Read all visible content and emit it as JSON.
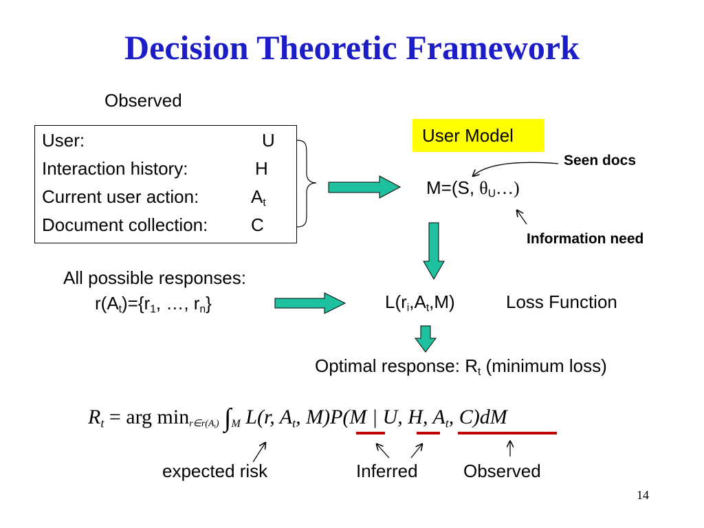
{
  "slide": {
    "title": "Decision Theoretic Framework",
    "page_number": "14"
  },
  "observed_box": {
    "heading": "Observed",
    "rows": [
      {
        "label": "User:",
        "value": "U"
      },
      {
        "label": "Interaction history:",
        "value": "H"
      },
      {
        "label": "Current user action:",
        "value": "A",
        "value_sub": "t"
      },
      {
        "label": "Document collection:",
        "value": "C"
      }
    ]
  },
  "user_model": {
    "label": "User Model",
    "formula": {
      "prefix": "M=(S, ",
      "theta": "θ",
      "theta_sub": "U",
      "suffix": "…)"
    },
    "seen_docs": "Seen docs",
    "information_need": "Information need"
  },
  "responses": {
    "line1": "All possible responses:",
    "line2": {
      "a": "r(A",
      "a_sub": "t",
      "b": ")={r",
      "b_sub": "1",
      "c": ", …, r",
      "c_sub": "n",
      "d": "}"
    }
  },
  "loss": {
    "formula": {
      "a": "L(r",
      "a_sub": "i",
      "b": ",A",
      "b_sub": "t",
      "c": ",M)"
    },
    "label": "Loss Function"
  },
  "optimal": {
    "text": "Optimal response: R",
    "sub": "t",
    "suffix": " (minimum loss)"
  },
  "equation": {
    "lhs": "R",
    "lhs_sub": "t",
    "eq": " = arg min",
    "min_sub": "r∈r(A",
    "min_sub_sub": "t",
    "min_sub_end": ")",
    "integral": "∫",
    "integral_sub": "M",
    "body_loss": "L(r, A",
    "body_loss_sub": "t",
    "body_loss_end": ", M)",
    "body_prob": "P(M | U, H, A",
    "body_prob_sub": "t",
    "body_prob_end": ", C)dM"
  },
  "annotations": {
    "expected_risk": "expected risk",
    "inferred": "Inferred",
    "observed": "Observed"
  },
  "colors": {
    "title": "#1d1dc8",
    "arrow_fill": "#1fc0a0",
    "highlight": "#ffff00",
    "underline": "#c00000"
  }
}
